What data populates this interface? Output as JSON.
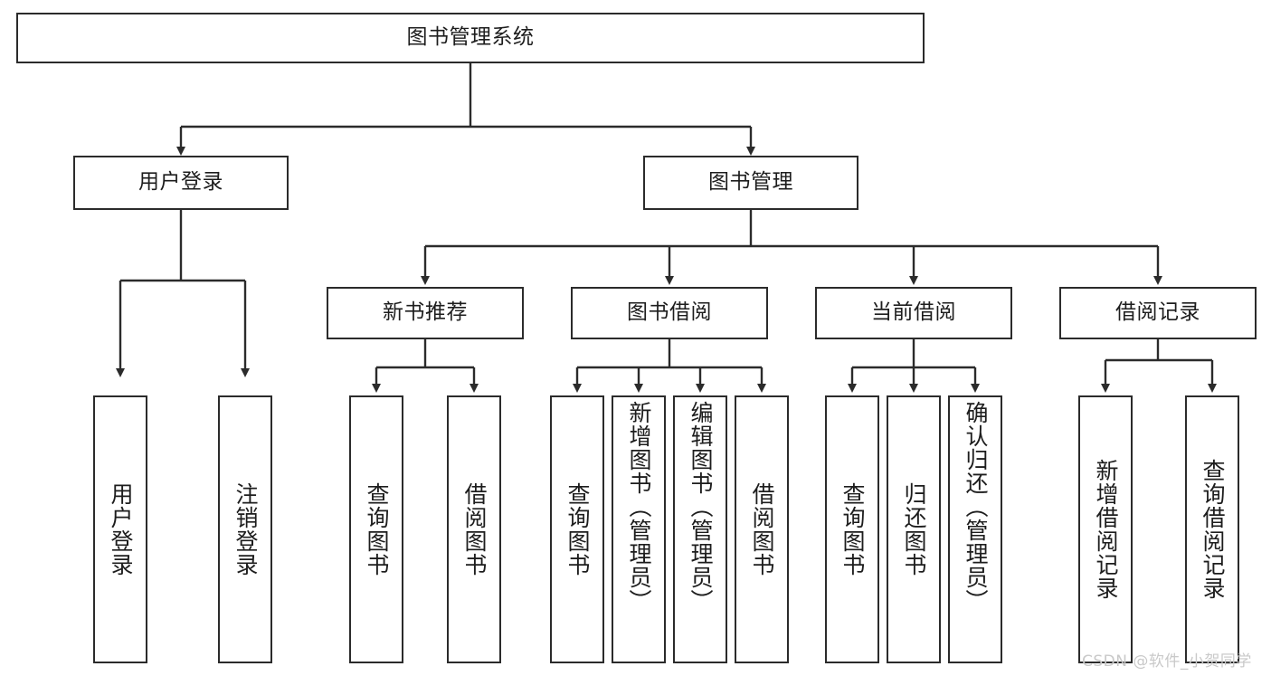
{
  "diagram": {
    "title_node": {
      "label": "图书管理系统"
    },
    "colors": {
      "border": "#2b2b2b",
      "text": "#1d1d1d",
      "edge": "#2b2b2b",
      "background": "#ffffff",
      "watermark": "#c9c9c9"
    },
    "level1": [
      {
        "label": "用户登录"
      },
      {
        "label": "图书管理"
      }
    ],
    "level2": [
      {
        "label": "新书推荐"
      },
      {
        "label": "图书借阅"
      },
      {
        "label": "当前借阅"
      },
      {
        "label": "借阅记录"
      }
    ],
    "leaves": {
      "user_login": [
        {
          "label": "用户登录"
        },
        {
          "label": "注销登录"
        }
      ],
      "new_book_recommend": [
        {
          "label": "查询图书"
        },
        {
          "label": "借阅图书"
        }
      ],
      "book_borrow": [
        {
          "label": "查询图书"
        },
        {
          "label": "新增图书（管理员）"
        },
        {
          "label": "编辑图书（管理员）"
        },
        {
          "label": "借阅图书"
        }
      ],
      "current_borrow": [
        {
          "label": "查询图书"
        },
        {
          "label": "归还图书"
        },
        {
          "label": "确认归还（管理员）"
        }
      ],
      "borrow_record": [
        {
          "label": "新增借阅记录"
        },
        {
          "label": "查询借阅记录"
        }
      ]
    },
    "watermark": {
      "text": "CSDN @软件_小贺同学"
    }
  }
}
